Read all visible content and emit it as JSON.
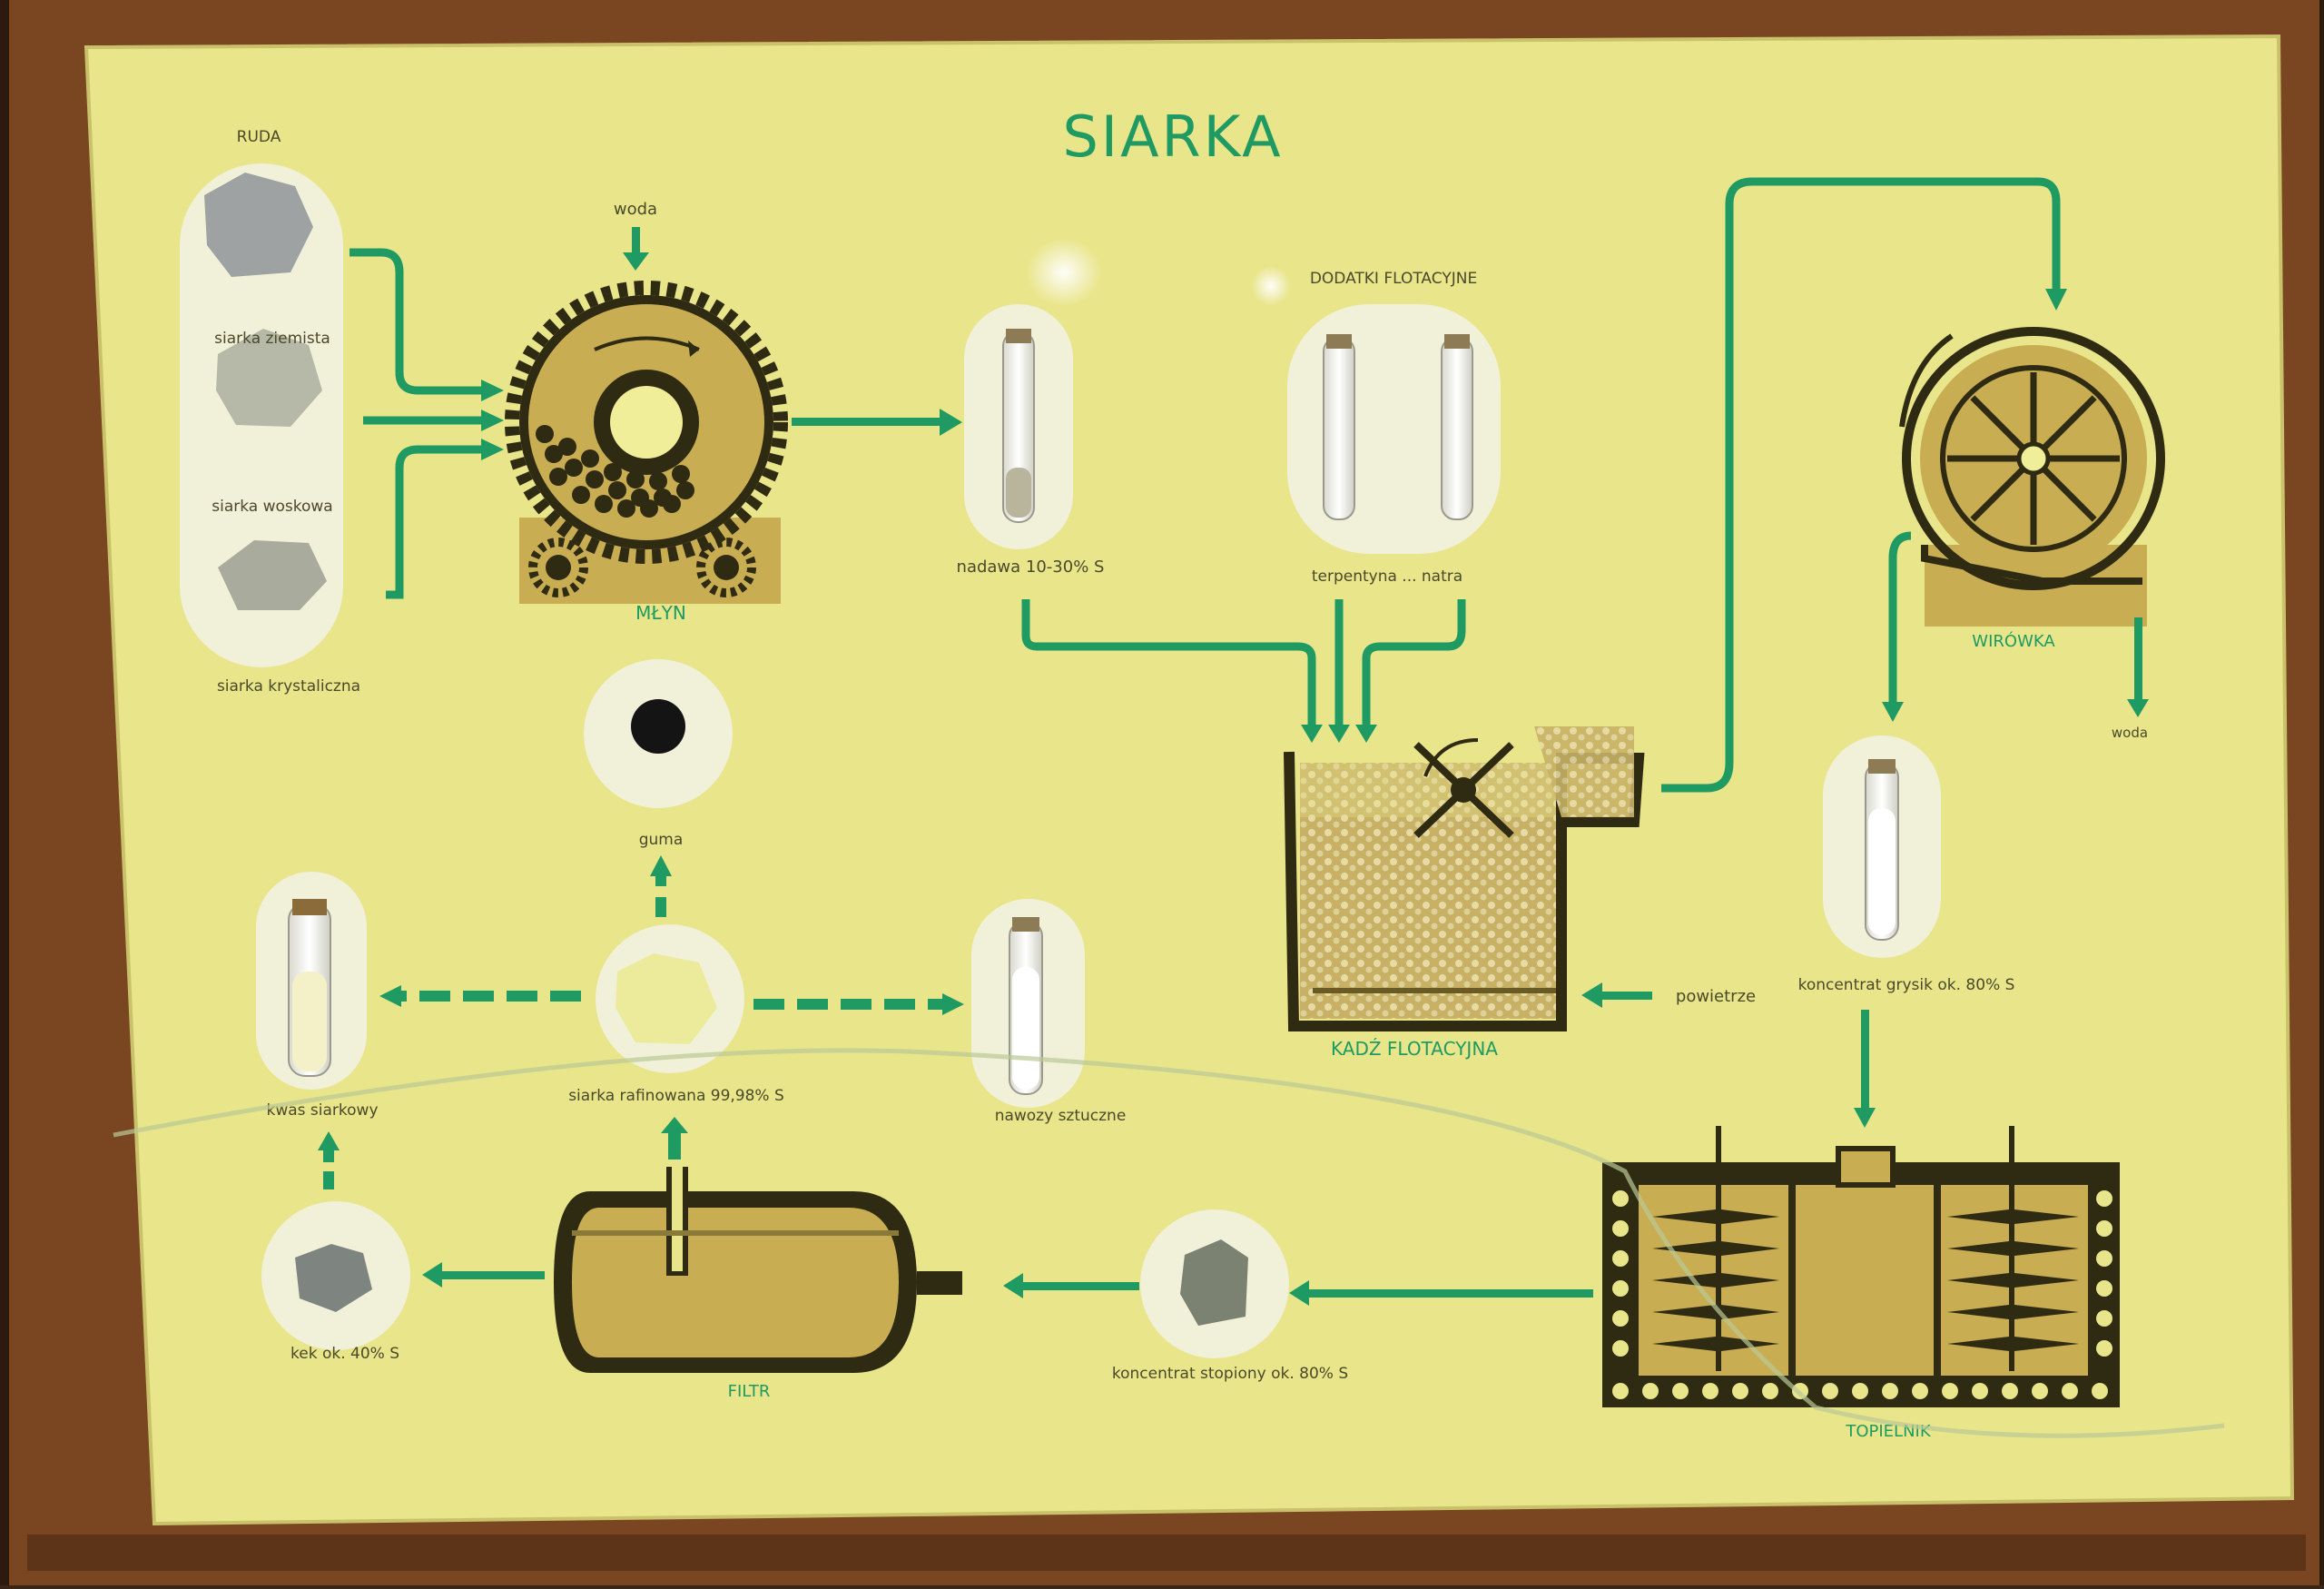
{
  "title": "SIARKA",
  "colors": {
    "board": "#e9e58a",
    "frame": "#7a4621",
    "green": "#1f9a63",
    "gold": "#c9ad52",
    "dark": "#2f2a12",
    "sample_bg": "#f1f0d8"
  },
  "labels": {
    "ruda": "RUDA",
    "woda_in": "woda",
    "siarka_ziemista": "siarka ziemista",
    "siarka_woskowa": "siarka woskowa",
    "siarka_krystaliczna": "siarka krystaliczna",
    "mlyn": "MŁYN",
    "nadawa": "nadawa 10-30% S",
    "dodatki": "DODATKI FLOTACYJNE",
    "terpentyna": "terpentyna ... natra",
    "wirowka": "WIRÓWKA",
    "woda_out": "woda",
    "kadz": "KADŹ FLOTACYJNA",
    "powietrze": "powietrze",
    "koncentrat_grysik": "koncentrat grysik ok. 80% S",
    "guma": "guma",
    "siarka_rafinowana": "siarka rafinowana 99,98% S",
    "kwas": "kwas siarkowy",
    "nawozy": "nawozy sztuczne",
    "kek": "kek ok. 40% S",
    "filtr": "FILTR",
    "koncentrat_stopiony": "koncentrat stopiony ok. 80% S",
    "topielnik": "TOPIELNIK"
  }
}
